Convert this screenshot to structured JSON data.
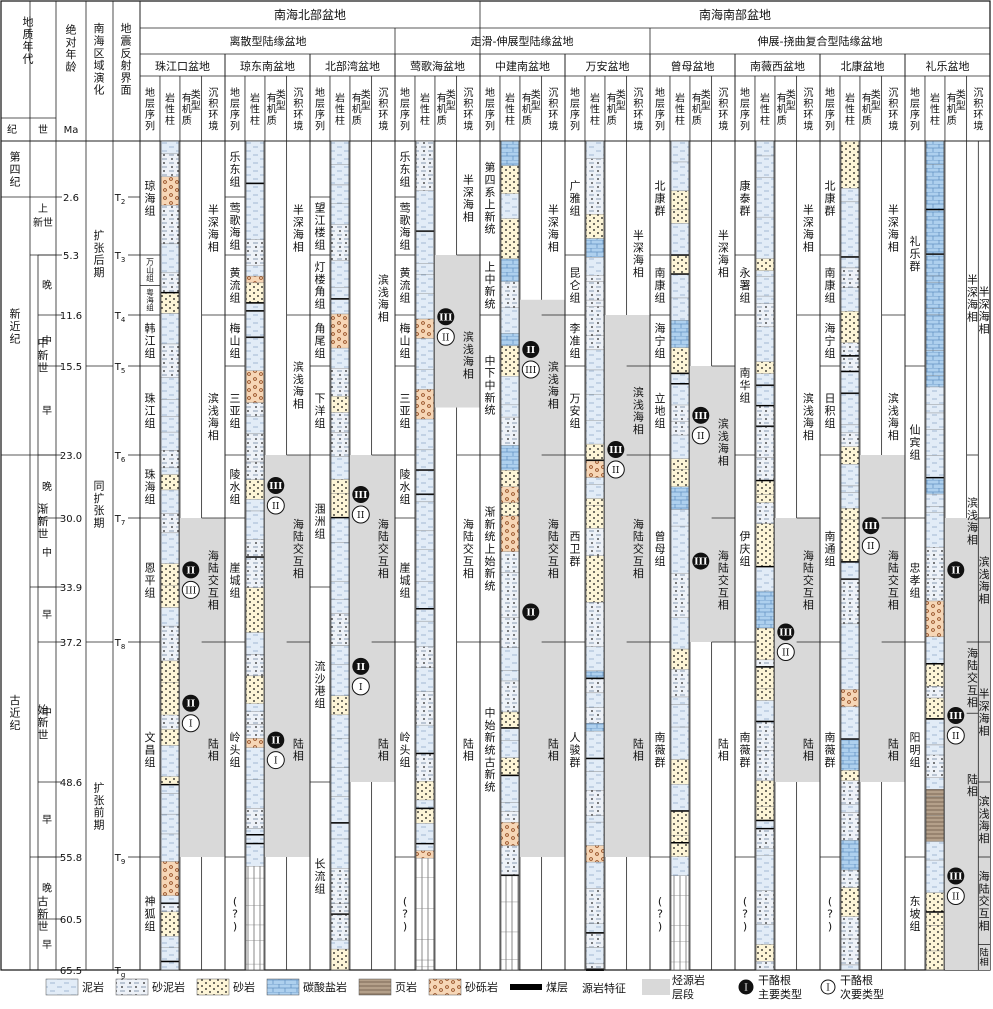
{
  "chart_data": {
    "type": "table",
    "left_headers": {
      "geo_age": "地质年代",
      "era": "纪",
      "epoch": "世",
      "abs_age": "绝对年龄",
      "ma": "Ma",
      "evolution": "南海区域演化",
      "seismic": "地震反射界面"
    },
    "ages": [
      "2.6",
      "5.3",
      "11.6",
      "15.5",
      "23.0",
      "30.0",
      "33.9",
      "37.2",
      "48.6",
      "55.8",
      "60.5",
      "65.5"
    ],
    "interfaces": [
      {
        "label": "T",
        "sub": "2",
        "age": 2.6
      },
      {
        "label": "T",
        "sub": "3",
        "age": 5.3
      },
      {
        "label": "T",
        "sub": "4",
        "age": 11.6
      },
      {
        "label": "T",
        "sub": "5",
        "age": 15.5
      },
      {
        "label": "T",
        "sub": "6",
        "age": 23.0
      },
      {
        "label": "T",
        "sub": "7",
        "age": 30.0
      },
      {
        "label": "T",
        "sub": "8",
        "age": 37.2
      },
      {
        "label": "T",
        "sub": "9",
        "age": 55.8
      },
      {
        "label": "T",
        "sub": "g",
        "age": 65.5
      }
    ],
    "periods": [
      {
        "label": "第四纪",
        "from": 0,
        "to": 2.6
      },
      {
        "label": "新近纪",
        "from": 2.6,
        "to": 23.0
      },
      {
        "label": "古近纪",
        "from": 23.0,
        "to": 65.5
      }
    ],
    "epochs": [
      {
        "label": "上新世",
        "from": 2.6,
        "to": 5.3
      },
      {
        "label": "中新世",
        "from": 5.3,
        "to": 23.0
      },
      {
        "label": "渐新世",
        "from": 23.0,
        "to": 33.9
      },
      {
        "label": "始新世",
        "from": 33.9,
        "to": 55.8
      },
      {
        "label": "古新世",
        "from": 55.8,
        "to": 65.5
      }
    ],
    "sub_epochs": [
      {
        "label": "晚",
        "from": 5.3,
        "to": 11.6
      },
      {
        "label": "中",
        "from": 11.6,
        "to": 15.5
      },
      {
        "label": "早",
        "from": 15.5,
        "to": 23.0
      },
      {
        "label": "晚",
        "from": 23.0,
        "to": 30.0
      },
      {
        "label": "中",
        "from": 30.0,
        "to": 33.9
      },
      {
        "label": "早",
        "from": 33.9,
        "to": 37.2
      },
      {
        "label": "中",
        "from": 37.2,
        "to": 48.6
      },
      {
        "label": "早",
        "from": 48.6,
        "to": 55.8
      },
      {
        "label": "晚",
        "from": 55.8,
        "to": 60.5
      },
      {
        "label": "早",
        "from": 60.5,
        "to": 65.5
      }
    ],
    "evolution": [
      {
        "label": "扩张后期",
        "from": 0,
        "to": 15.5
      },
      {
        "label": "同扩张期",
        "from": 15.5,
        "to": 37.2
      },
      {
        "label": "扩张前期",
        "from": 37.2,
        "to": 65.5
      }
    ],
    "regions": [
      {
        "label": "南海北部盆地",
        "groups": [
          "离散型陆缘盆地",
          "走滑-伸展型陆缘盆地"
        ]
      },
      {
        "label": "南海南部盆地",
        "groups": [
          "伸展-挠曲复合型陆缘盆地"
        ]
      }
    ],
    "col_headers": {
      "strata": "地层序列",
      "litho": "岩性柱",
      "om": "有机质类型",
      "env": "沉积环境"
    },
    "basins": [
      {
        "name": "珠江口盆地",
        "strata": [
          {
            "label": "琼海组",
            "from": 0,
            "to": 5.3
          },
          {
            "label": "万山组",
            "from": 5.3,
            "to": 8.5
          },
          {
            "label": "粤海组",
            "from": 8.5,
            "to": 11.6
          },
          {
            "label": "韩江组",
            "from": 11.6,
            "to": 15.5
          },
          {
            "label": "珠江组",
            "from": 15.5,
            "to": 23
          },
          {
            "label": "珠海组",
            "from": 23,
            "to": 30
          },
          {
            "label": "恩平组",
            "from": 30,
            "to": 37.2
          },
          {
            "label": "文昌组",
            "from": 37.2,
            "to": 55.8
          },
          {
            "label": "神狐组",
            "from": 55.8,
            "to": 65.5
          }
        ],
        "env": [
          {
            "label": "半深海相",
            "from": 0,
            "to": 11.6
          },
          {
            "label": "滨浅海相",
            "from": 11.6,
            "to": 30
          },
          {
            "label": "海陆交互相",
            "from": 30,
            "to": 37.2
          },
          {
            "label": "陆相",
            "from": 37.2,
            "to": 55.8
          }
        ],
        "source": [
          {
            "from": 30,
            "to": 55.8
          }
        ],
        "om": [
          {
            "age": 33.5,
            "main": "II",
            "sub": "III"
          },
          {
            "age": 43,
            "main": "II",
            "sub": "I"
          }
        ]
      },
      {
        "name": "琼东南盆地",
        "strata": [
          {
            "label": "乐东组",
            "from": 0,
            "to": 2.6
          },
          {
            "label": "莺歌海组",
            "from": 2.6,
            "to": 5.3
          },
          {
            "label": "黄流组",
            "from": 5.3,
            "to": 11.6
          },
          {
            "label": "梅山组",
            "from": 11.6,
            "to": 15.5
          },
          {
            "label": "三亚组",
            "from": 15.5,
            "to": 23
          },
          {
            "label": "陵水组",
            "from": 23,
            "to": 30
          },
          {
            "label": "崖城组",
            "from": 30,
            "to": 37.2
          },
          {
            "label": "岭头组",
            "from": 37.2,
            "to": 55.8
          },
          {
            "label": "(?)",
            "from": 55.8,
            "to": 65.5
          }
        ],
        "env": [
          {
            "label": "半深海相",
            "from": 0,
            "to": 11.6
          },
          {
            "label": "滨浅海相",
            "from": 11.6,
            "to": 23
          },
          {
            "label": "海陆交互相",
            "from": 23,
            "to": 37.2
          },
          {
            "label": "陆相",
            "from": 37.2,
            "to": 55.8
          }
        ],
        "source": [
          {
            "from": 23,
            "to": 55.8
          }
        ],
        "om": [
          {
            "age": 27.5,
            "main": "III",
            "sub": "II"
          },
          {
            "age": 46,
            "main": "II",
            "sub": "I"
          }
        ]
      },
      {
        "name": "北部湾盆地",
        "strata": [
          {
            "label": "望江楼组",
            "from": 2.6,
            "to": 5.3
          },
          {
            "label": "灯楼角组",
            "from": 5.3,
            "to": 11.6
          },
          {
            "label": "角尾组",
            "from": 11.6,
            "to": 15.5
          },
          {
            "label": "下洋组",
            "from": 15.5,
            "to": 23
          },
          {
            "label": "涠洲组",
            "from": 23,
            "to": 33.9
          },
          {
            "label": "流沙港组",
            "from": 33.9,
            "to": 48.6
          },
          {
            "label": "长流组",
            "from": 48.6,
            "to": 65.5
          }
        ],
        "env": [
          {
            "label": "滨浅海相",
            "from": 0,
            "to": 23
          },
          {
            "label": "海陆交互相",
            "from": 23,
            "to": 37.2
          },
          {
            "label": "陆相",
            "from": 37.2,
            "to": 55.8
          }
        ],
        "source": [
          {
            "from": 23,
            "to": 48.6
          }
        ],
        "om": [
          {
            "age": 28.5,
            "main": "III",
            "sub": "II"
          },
          {
            "age": 40,
            "main": "II",
            "sub": "I"
          }
        ]
      },
      {
        "name": "莺歌海盆地",
        "strata": [
          {
            "label": "乐东组",
            "from": 0,
            "to": 2.6
          },
          {
            "label": "莺歌海组",
            "from": 2.6,
            "to": 5.3
          },
          {
            "label": "黄流组",
            "from": 5.3,
            "to": 11.6
          },
          {
            "label": "梅山组",
            "from": 11.6,
            "to": 15.5
          },
          {
            "label": "三亚组",
            "from": 15.5,
            "to": 23
          },
          {
            "label": "陵水组",
            "from": 23,
            "to": 30
          },
          {
            "label": "崖城组",
            "from": 30,
            "to": 37.2
          },
          {
            "label": "岭头组",
            "from": 37.2,
            "to": 55.8
          },
          {
            "label": "(?)",
            "from": 55.8,
            "to": 65.5
          }
        ],
        "env": [
          {
            "label": "半深海相",
            "from": 0,
            "to": 5.3
          },
          {
            "label": "滨浅海相",
            "from": 5.3,
            "to": 23
          },
          {
            "label": "海陆交互相",
            "from": 23,
            "to": 37.2
          },
          {
            "label": "陆相",
            "from": 37.2,
            "to": 55.8
          }
        ],
        "source": [
          {
            "from": 5.3,
            "to": 19
          }
        ],
        "om": [
          {
            "age": 12.5,
            "main": "III",
            "sub": "II"
          }
        ]
      },
      {
        "name": "中建南盆地",
        "strata": [
          {
            "label": "第四系上新统",
            "from": 0,
            "to": 5.3
          },
          {
            "label": "上中新统",
            "from": 5.3,
            "to": 11.6
          },
          {
            "label": "中下中新统",
            "from": 11.6,
            "to": 23
          },
          {
            "label": "渐新统上始新统",
            "from": 23,
            "to": 37.2
          },
          {
            "label": "中始新统古新统",
            "from": 37.2,
            "to": 55.8
          }
        ],
        "env": [
          {
            "label": "半深海相",
            "from": 0,
            "to": 11.6
          },
          {
            "label": "滨浅海相",
            "from": 11.6,
            "to": 23
          },
          {
            "label": "海陆交互相",
            "from": 23,
            "to": 37.2
          },
          {
            "label": "陆相",
            "from": 37.2,
            "to": 55.8
          }
        ],
        "source": [
          {
            "from": 10,
            "to": 55.8
          }
        ],
        "om": [
          {
            "age": 15,
            "main": "II",
            "sub": "III"
          },
          {
            "age": 36,
            "main": "II",
            "sub": ""
          }
        ]
      },
      {
        "name": "万安盆地",
        "strata": [
          {
            "label": "广雅组",
            "from": 0,
            "to": 5.3
          },
          {
            "label": "昆仑组",
            "from": 5.3,
            "to": 11.6
          },
          {
            "label": "李准组",
            "from": 11.6,
            "to": 15.5
          },
          {
            "label": "万安组",
            "from": 15.5,
            "to": 23
          },
          {
            "label": "西卫群",
            "from": 23,
            "to": 37.2
          },
          {
            "label": "人骏群",
            "from": 37.2,
            "to": 55.8
          }
        ],
        "env": [
          {
            "label": "半深海相",
            "from": 0,
            "to": 15.5
          },
          {
            "label": "滨浅海相",
            "from": 15.5,
            "to": 23
          },
          {
            "label": "海陆交互相",
            "from": 23,
            "to": 37.2
          },
          {
            "label": "陆相",
            "from": 37.2,
            "to": 55.8
          }
        ],
        "source": [
          {
            "from": 11.6,
            "to": 55.8
          }
        ],
        "om": [
          {
            "age": 23.5,
            "main": "III",
            "sub": "II"
          }
        ]
      },
      {
        "name": "曾母盆地",
        "strata": [
          {
            "label": "北康群",
            "from": 0,
            "to": 5.3
          },
          {
            "label": "南康组",
            "from": 5.3,
            "to": 11.6
          },
          {
            "label": "海宁组",
            "from": 11.6,
            "to": 15.5
          },
          {
            "label": "立地组",
            "from": 15.5,
            "to": 23
          },
          {
            "label": "曾母组",
            "from": 23,
            "to": 37.2
          },
          {
            "label": "南薇群",
            "from": 37.2,
            "to": 55.8
          },
          {
            "label": "(?)",
            "from": 55.8,
            "to": 65.5
          }
        ],
        "env": [
          {
            "label": "半深海相",
            "from": 0,
            "to": 15.5
          },
          {
            "label": "滨浅海相",
            "from": 15.5,
            "to": 30
          },
          {
            "label": "海陆交互相",
            "from": 30,
            "to": 37.2
          },
          {
            "label": "陆相",
            "from": 37.2,
            "to": 55.8
          }
        ],
        "source": [
          {
            "from": 15.5,
            "to": 37.2
          }
        ],
        "om": [
          {
            "age": 20.5,
            "main": "III",
            "sub": "II"
          },
          {
            "age": 33,
            "main": "III",
            "sub": ""
          }
        ]
      },
      {
        "name": "南薇西盆地",
        "strata": [
          {
            "label": "康泰群",
            "from": 0,
            "to": 5.3
          },
          {
            "label": "永署组",
            "from": 5.3,
            "to": 11.6
          },
          {
            "label": "南华组",
            "from": 11.6,
            "to": 23
          },
          {
            "label": "伊庆组",
            "from": 23,
            "to": 37.2
          },
          {
            "label": "南薇群",
            "from": 37.2,
            "to": 55.8
          },
          {
            "label": "(?)",
            "from": 55.8,
            "to": 65.5
          }
        ],
        "env": [
          {
            "label": "半深海相",
            "from": 0,
            "to": 11.6
          },
          {
            "label": "滨浅海相",
            "from": 11.6,
            "to": 30
          },
          {
            "label": "海陆交互相",
            "from": 30,
            "to": 37.2
          },
          {
            "label": "陆相",
            "from": 37.2,
            "to": 55.8
          }
        ],
        "source": [
          {
            "from": 30,
            "to": 48.6
          }
        ],
        "om": [
          {
            "age": 37.2,
            "main": "III",
            "sub": "II"
          }
        ]
      },
      {
        "name": "北康盆地",
        "strata": [
          {
            "label": "北康群",
            "from": 0,
            "to": 5.3
          },
          {
            "label": "南康组",
            "from": 5.3,
            "to": 11.6
          },
          {
            "label": "海宁组",
            "from": 11.6,
            "to": 15.5
          },
          {
            "label": "日积组",
            "from": 15.5,
            "to": 23
          },
          {
            "label": "南通组",
            "from": 23,
            "to": 37.2
          },
          {
            "label": "南薇群",
            "from": 37.2,
            "to": 55.8
          },
          {
            "label": "(?)",
            "from": 55.8,
            "to": 65.5
          }
        ],
        "env": [
          {
            "label": "半深海相",
            "from": 0,
            "to": 11.6
          },
          {
            "label": "滨浅海相",
            "from": 11.6,
            "to": 30
          },
          {
            "label": "海陆交互相",
            "from": 30,
            "to": 37.2
          },
          {
            "label": "陆相",
            "from": 37.2,
            "to": 55.8
          }
        ],
        "source": [
          {
            "from": 23,
            "to": 48.6
          }
        ],
        "om": [
          {
            "age": 31,
            "main": "III",
            "sub": "II"
          }
        ]
      },
      {
        "name": "礼乐盆地",
        "strata": [
          {
            "label": "礼乐群",
            "from": 0,
            "to": 15.5
          },
          {
            "label": "仙宾组",
            "from": 15.5,
            "to": 30
          },
          {
            "label": "忠孝组",
            "from": 30,
            "to": 37.2
          },
          {
            "label": "阳明组",
            "from": 37.2,
            "to": 55.8
          },
          {
            "label": "东坡组",
            "from": 55.8,
            "to": 65.5
          }
        ],
        "env": [
          {
            "label": "半深海相",
            "from": 0,
            "to": 23
          },
          {
            "label": "滨浅海相",
            "from": 23,
            "to": 33.9
          },
          {
            "label": "海陆交互相",
            "from": 37.2,
            "to": 43
          },
          {
            "label": "陆相",
            "from": 43,
            "to": 55.8
          }
        ],
        "env2": [
          {
            "label": "滨浅海相",
            "from": 30,
            "to": 37.2
          },
          {
            "label": "半深海相",
            "from": 37.2,
            "to": 48.6
          },
          {
            "label": "滨浅海相",
            "from": 48.6,
            "to": 55.8
          },
          {
            "label": "海陆交互相",
            "from": 55.8,
            "to": 63
          },
          {
            "label": "陆相",
            "from": 63,
            "to": 65.5
          }
        ],
        "source": [
          {
            "from": 30,
            "to": 65.5
          }
        ],
        "om": [
          {
            "age": 33.5,
            "main": "II",
            "sub": ""
          },
          {
            "age": 44,
            "main": "III",
            "sub": "II"
          },
          {
            "age": 58,
            "main": "III",
            "sub": "II"
          }
        ]
      }
    ],
    "legend": [
      {
        "label": "泥岩",
        "pattern": "mud"
      },
      {
        "label": "砂泥岩",
        "pattern": "sandmud"
      },
      {
        "label": "砂岩",
        "pattern": "sand"
      },
      {
        "label": "碳酸盐岩",
        "pattern": "carb"
      },
      {
        "label": "页岩",
        "pattern": "shale"
      },
      {
        "label": "砂砾岩",
        "pattern": "cong"
      },
      {
        "label": "煤层",
        "pattern": "coal"
      },
      {
        "label": "源岩特征",
        "pattern": "none"
      },
      {
        "label": "烃源岩层段",
        "pattern": "source"
      },
      {
        "label": "干酪根主要类型",
        "pattern": "main"
      },
      {
        "label": "干酪根次要类型",
        "pattern": "sub"
      }
    ],
    "colors": {
      "source": "#d9d9d9",
      "mud": "#e2ecf7",
      "sand": "#fdf5d7",
      "carb": "#aed0ee",
      "cong": "#f6d6b6",
      "shale": "#b4a08a",
      "coal": "#000000"
    }
  }
}
